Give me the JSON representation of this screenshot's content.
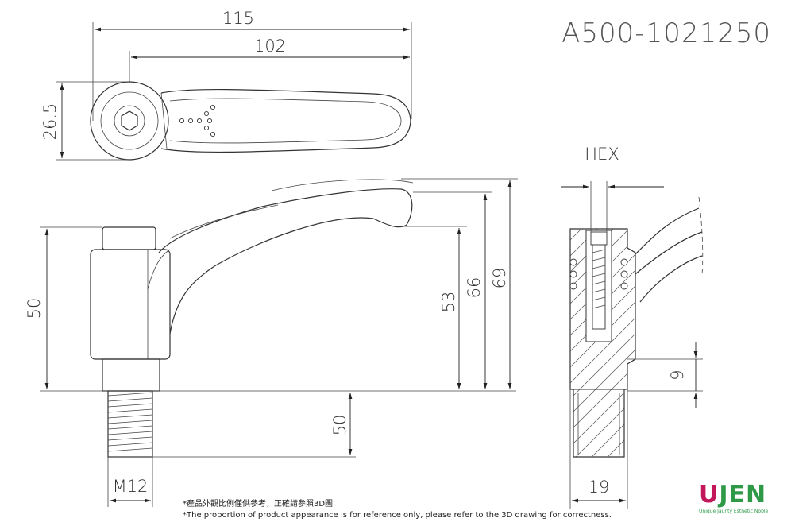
{
  "part_number": "A500-1021250",
  "dimensions": {
    "total_length": "115",
    "lever_length": "102",
    "head_diameter": "26.5",
    "height_50": "50",
    "height_53": "53",
    "height_66": "66",
    "height_69": "69",
    "thread_length": "50",
    "thread_size": "M12",
    "hex_label": "HEX",
    "base_width": "19",
    "bottom_offset": "9"
  },
  "notes": {
    "line_zh": "*產品外觀比例僅供參考，正確請參照3D圖",
    "line_en": "*The proportion of product appearance is for reference only, please refer to the 3D drawing for correctness."
  },
  "logo": {
    "letter_u": "U",
    "letters_rest": "JEN",
    "tagline": "Unique Jaunty Esthetic Noble",
    "colors": {
      "u": "#c2185b",
      "rest": "#2e9a48"
    }
  }
}
